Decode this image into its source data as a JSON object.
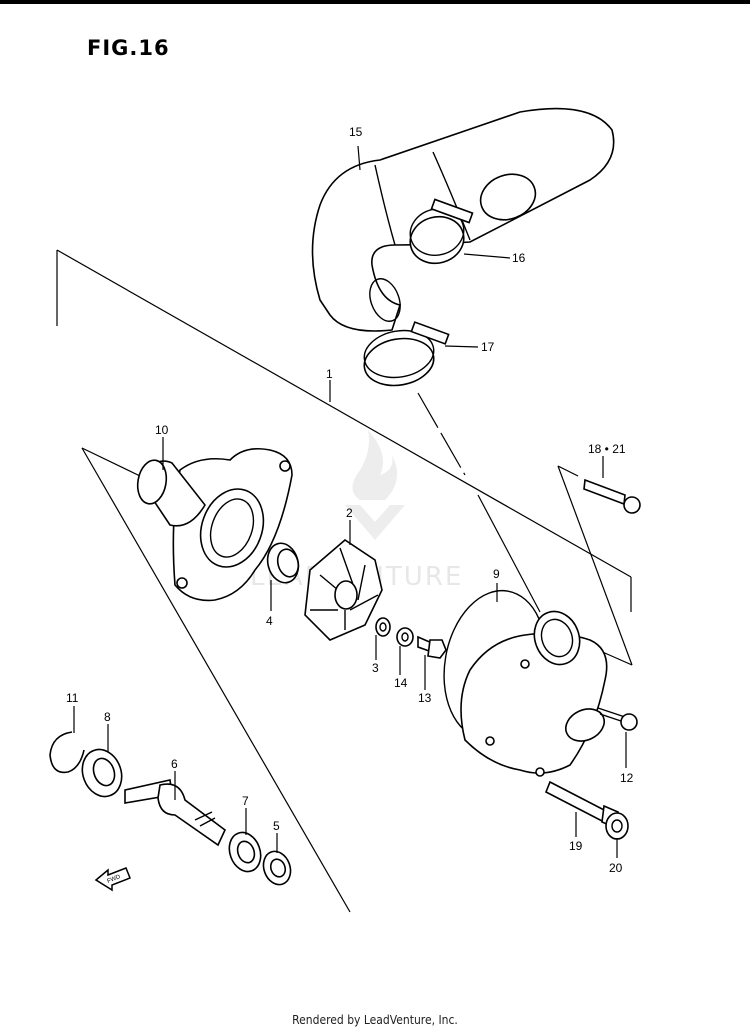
{
  "figure": {
    "title": "FIG.16",
    "footer": "Rendered by LeadVenture, Inc.",
    "fwd_label": "FWD",
    "watermark": "LEADVENTURE"
  },
  "callouts": [
    {
      "id": "p1",
      "label": "1"
    },
    {
      "id": "p2",
      "label": "2"
    },
    {
      "id": "p3",
      "label": "3"
    },
    {
      "id": "p4",
      "label": "4"
    },
    {
      "id": "p5",
      "label": "5"
    },
    {
      "id": "p6",
      "label": "6"
    },
    {
      "id": "p7",
      "label": "7"
    },
    {
      "id": "p8",
      "label": "8"
    },
    {
      "id": "p9",
      "label": "9"
    },
    {
      "id": "p10",
      "label": "10"
    },
    {
      "id": "p11",
      "label": "11"
    },
    {
      "id": "p12",
      "label": "12"
    },
    {
      "id": "p13",
      "label": "13"
    },
    {
      "id": "p14",
      "label": "14"
    },
    {
      "id": "p15",
      "label": "15"
    },
    {
      "id": "p16",
      "label": "16"
    },
    {
      "id": "p17",
      "label": "17"
    },
    {
      "id": "p18",
      "label": "18 • 21"
    },
    {
      "id": "p19",
      "label": "19"
    },
    {
      "id": "p20",
      "label": "20"
    }
  ]
}
